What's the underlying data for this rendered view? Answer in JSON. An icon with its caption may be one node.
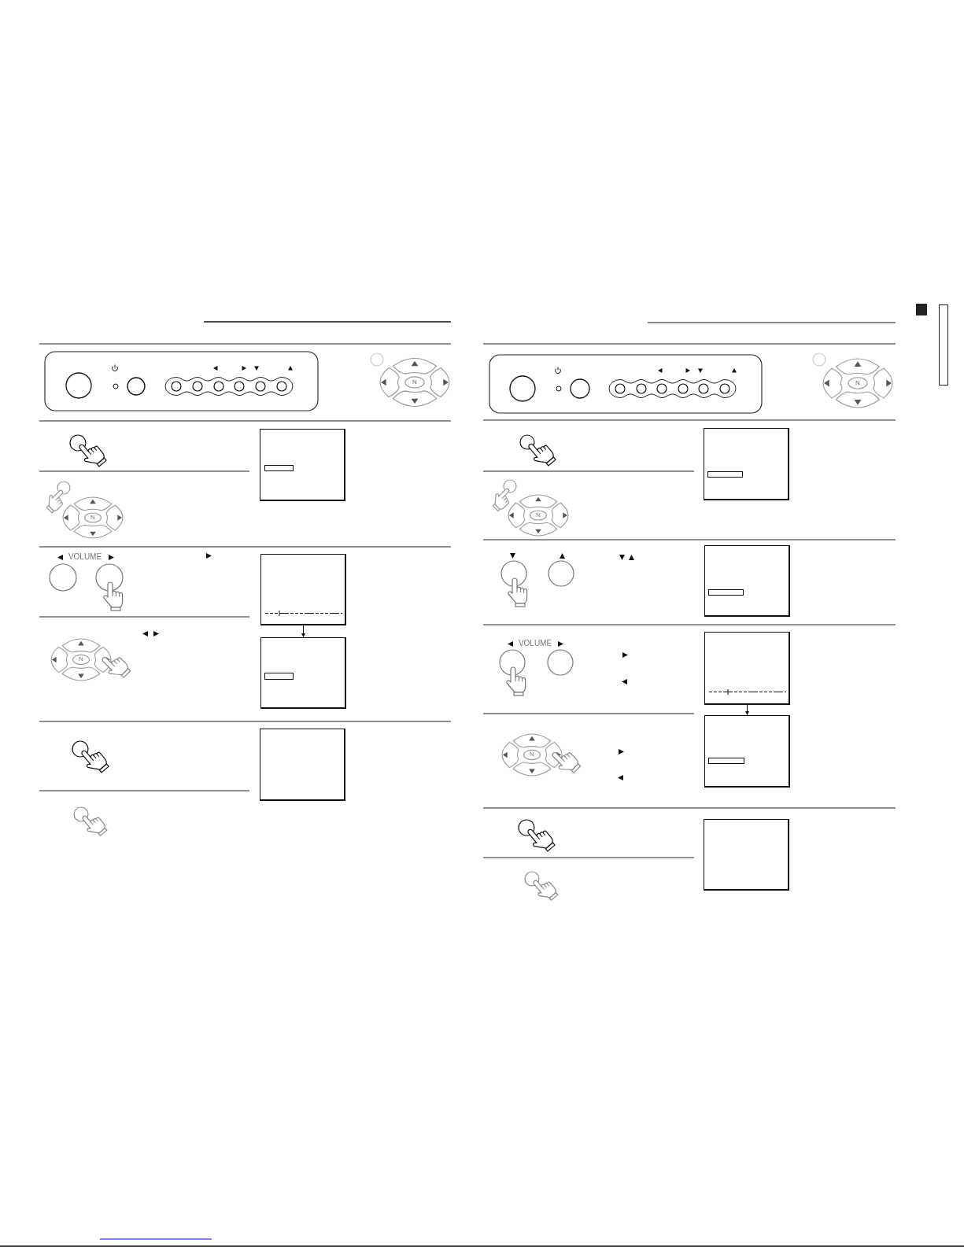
{
  "diagram": {
    "nodes": [
      {
        "text": [],
        "shape": "box"
      },
      {
        "text": [],
        "shape": "box"
      },
      {
        "text": [],
        "shape": "box"
      },
      {
        "text": [],
        "shape": "box"
      },
      {
        "text": [],
        "shape": "box"
      },
      {
        "text": [],
        "shape": "box"
      },
      {
        "text": [],
        "shape": "box"
      },
      {
        "text": [],
        "shape": "box"
      },
      {
        "text": [],
        "shape": "box"
      }
    ],
    "edges": [
      {
        "from": 1,
        "to": 2,
        "arrow": "to"
      },
      {
        "from": 6,
        "to": 7,
        "arrow": "to"
      }
    ],
    "labels": [
      "N",
      "N",
      "VOLUME",
      "N",
      "N",
      "N",
      "VOLUME",
      "N"
    ]
  }
}
